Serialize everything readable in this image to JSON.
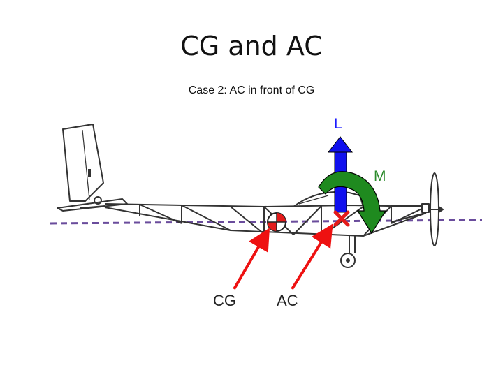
{
  "title": "CG and AC",
  "subtitle": "Case 2: AC in front of CG",
  "labels": {
    "lift": "L",
    "moment": "M",
    "cg": "CG",
    "ac": "AC"
  },
  "colors": {
    "lift_arrow": "#1010ee",
    "moment_arrow": "#1f8a1f",
    "pointer_arrows": "#ee1111",
    "ac_marker": "#e41a1a",
    "reference_line": "#6a4c9c",
    "airframe": "#333333"
  },
  "icons": {
    "cg_marker": "cg-symbol-icon",
    "ac_marker": "x-cross-icon"
  }
}
